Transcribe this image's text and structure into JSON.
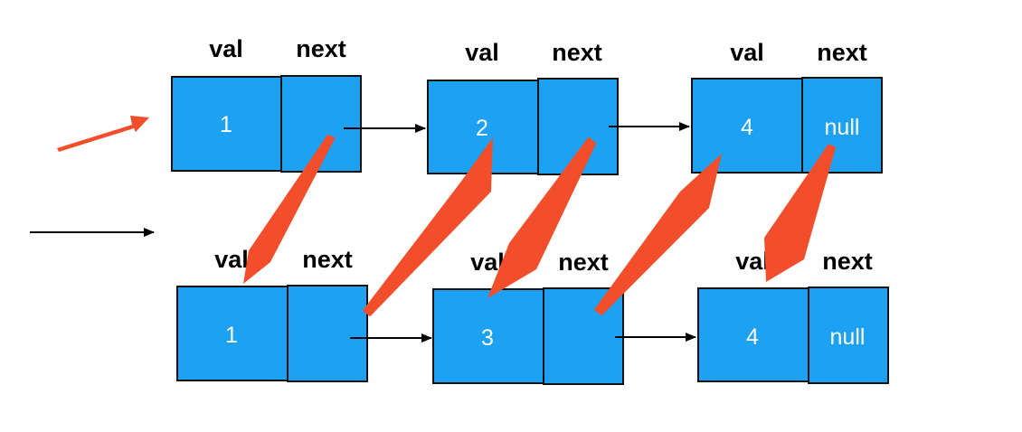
{
  "diagram": {
    "headers": {
      "val": "val",
      "next": "next"
    },
    "top_list": [
      {
        "val": "1",
        "next": ""
      },
      {
        "val": "2",
        "next": ""
      },
      {
        "val": "4",
        "next": "null"
      }
    ],
    "bottom_list": [
      {
        "val": "1",
        "next": ""
      },
      {
        "val": "3",
        "next": ""
      },
      {
        "val": "4",
        "next": "null"
      }
    ]
  },
  "colors": {
    "node_fill": "#1DA1F2",
    "node_border": "#111111",
    "pointer_arrow": "#000000",
    "highlight_arrow": "#F24E2B"
  }
}
